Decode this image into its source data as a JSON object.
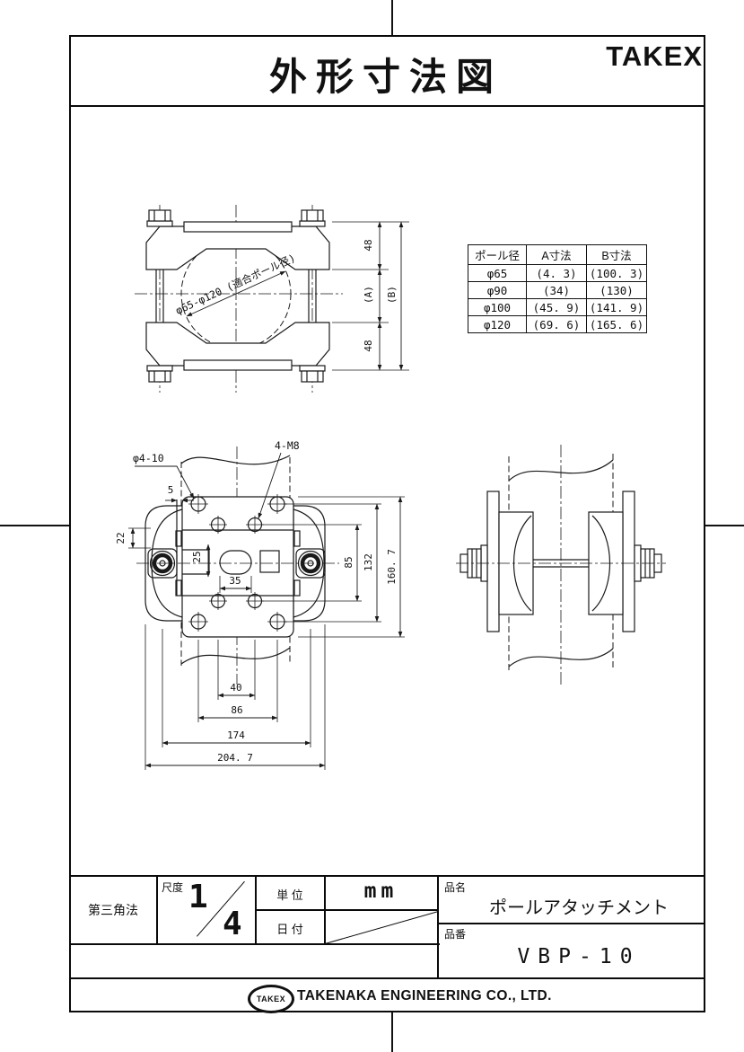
{
  "header": {
    "title": "外形寸法図",
    "brand": "TAKEX"
  },
  "spec_table": {
    "headers": [
      "ポール径",
      "A寸法",
      "B寸法"
    ],
    "rows": [
      [
        "φ65",
        "(4. 3)",
        "(100. 3)"
      ],
      [
        "φ90",
        "(34)",
        "(130)"
      ],
      [
        "φ100",
        "(45. 9)",
        "(141. 9)"
      ],
      [
        "φ120",
        "(69. 6)",
        "(165. 6)"
      ]
    ]
  },
  "top_view": {
    "pole_range_label": "φ65-φ120 (適合ポール径)",
    "dim_top_48": "48",
    "dim_a": "(A)",
    "dim_b": "(B)",
    "dim_bottom_48": "48"
  },
  "front_view": {
    "hole_callout": "φ4-10",
    "thread_callout": "4-M8",
    "dim_5": "5",
    "dim_22": "22",
    "dim_25": "25",
    "dim_35": "35",
    "dim_85": "85",
    "dim_132": "132",
    "dim_160_7": "160. 7",
    "dim_40": "40",
    "dim_86": "86",
    "dim_174": "174",
    "dim_204_7": "204. 7"
  },
  "title_block": {
    "projection": "第三角法",
    "scale_label": "尺度",
    "scale_numerator": "1",
    "scale_denominator": "4",
    "unit_label": "単 位",
    "unit_value": "mm",
    "date_label": "日 付",
    "product_name_label": "品名",
    "product_name": "ポールアタッチメント",
    "part_number_label": "品番",
    "part_number": "VBP-10"
  },
  "footer": {
    "logo_text": "TAKEX",
    "company": "TAKENAKA ENGINEERING CO., LTD."
  }
}
